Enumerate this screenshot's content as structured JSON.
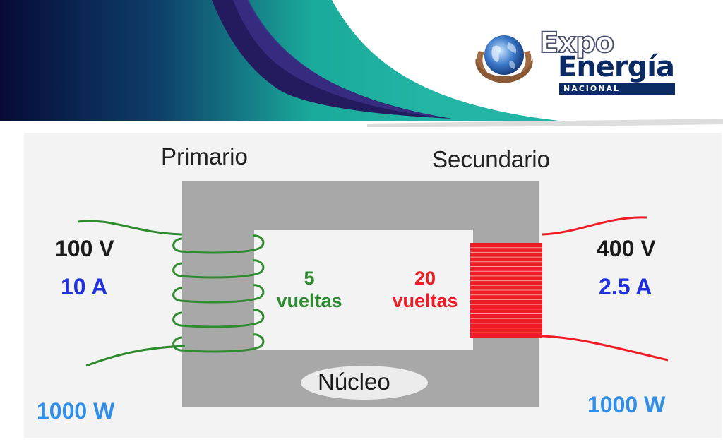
{
  "header": {
    "logo": {
      "line1": "Expo",
      "line2": "Energía",
      "line3": "NACIONAL",
      "icon": "globe-in-hands-icon"
    },
    "colors": {
      "navy": "#0a0f3c",
      "teal": "#1aa99a",
      "logo_blue": "#0c2a63"
    }
  },
  "diagram": {
    "primary_label": "Primario",
    "secondary_label": "Secundario",
    "core_label": "Núcleo",
    "primary": {
      "voltage": "100 V",
      "current": "10 A",
      "power": "1000 W",
      "turns_number": "5",
      "turns_word": "vueltas",
      "turns": 5
    },
    "secondary": {
      "voltage": "400 V",
      "current": "2.5 A",
      "power": "1000 W",
      "turns_number": "20",
      "turns_word": "vueltas",
      "turns": 20
    },
    "colors": {
      "core": "#a8a8a8",
      "primary_winding": "#2e8b2e",
      "secondary_winding": "#ee1c24",
      "label_dark": "#1a1a1a",
      "label_blue": "#1f2fe0",
      "power_blue": "#2f8ee8"
    }
  }
}
